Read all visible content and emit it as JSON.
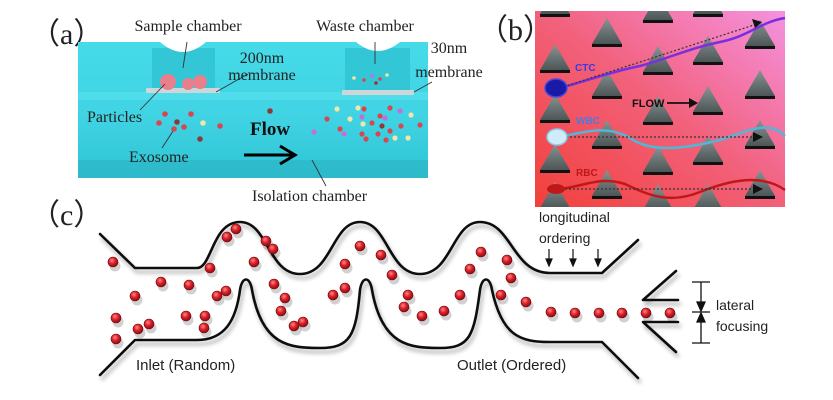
{
  "panels": {
    "a": {
      "label": "（a）",
      "sample_chamber": "Sample chamber",
      "waste_chamber": "Waste chamber",
      "membrane_200": [
        "200nm",
        "membrane"
      ],
      "membrane_30": [
        "30nm",
        "membrane"
      ],
      "particles": "Particles",
      "exosome": "Exosome",
      "flow": "Flow",
      "isolation_chamber": "Isolation chamber",
      "colors": {
        "channel": "#3fd6e6",
        "channel_dark": "#2cbfd0",
        "particle": "#e8808a",
        "red_dot": "#d8474f",
        "dark_dot": "#8a3a3a",
        "yellow_dot": "#f3e6a8",
        "purple_dot": "#c070d8"
      }
    },
    "b": {
      "label": "（b）",
      "ctc": "CTC",
      "wbc": "WBC",
      "rbc": "RBC",
      "flow": "FLOW",
      "colors": {
        "bg_left": "#f0463f",
        "bg_right": "#f58ad8",
        "post": "#5f6a6a",
        "ctc": "#7a2ee0",
        "ctc_cell": "#1a1aa8",
        "wbc": "#4fb8d8",
        "wbc_cell": "#d0ecf8",
        "rbc": "#c01818"
      }
    },
    "c": {
      "label": "（c）",
      "longitudinal": [
        "longitudinal",
        "ordering"
      ],
      "lateral": [
        "lateral",
        "focusing"
      ],
      "inlet": "Inlet (Random)",
      "outlet": "Outlet (Ordered)",
      "colors": {
        "particle": "#e0202a",
        "wall": "#111111"
      }
    }
  }
}
